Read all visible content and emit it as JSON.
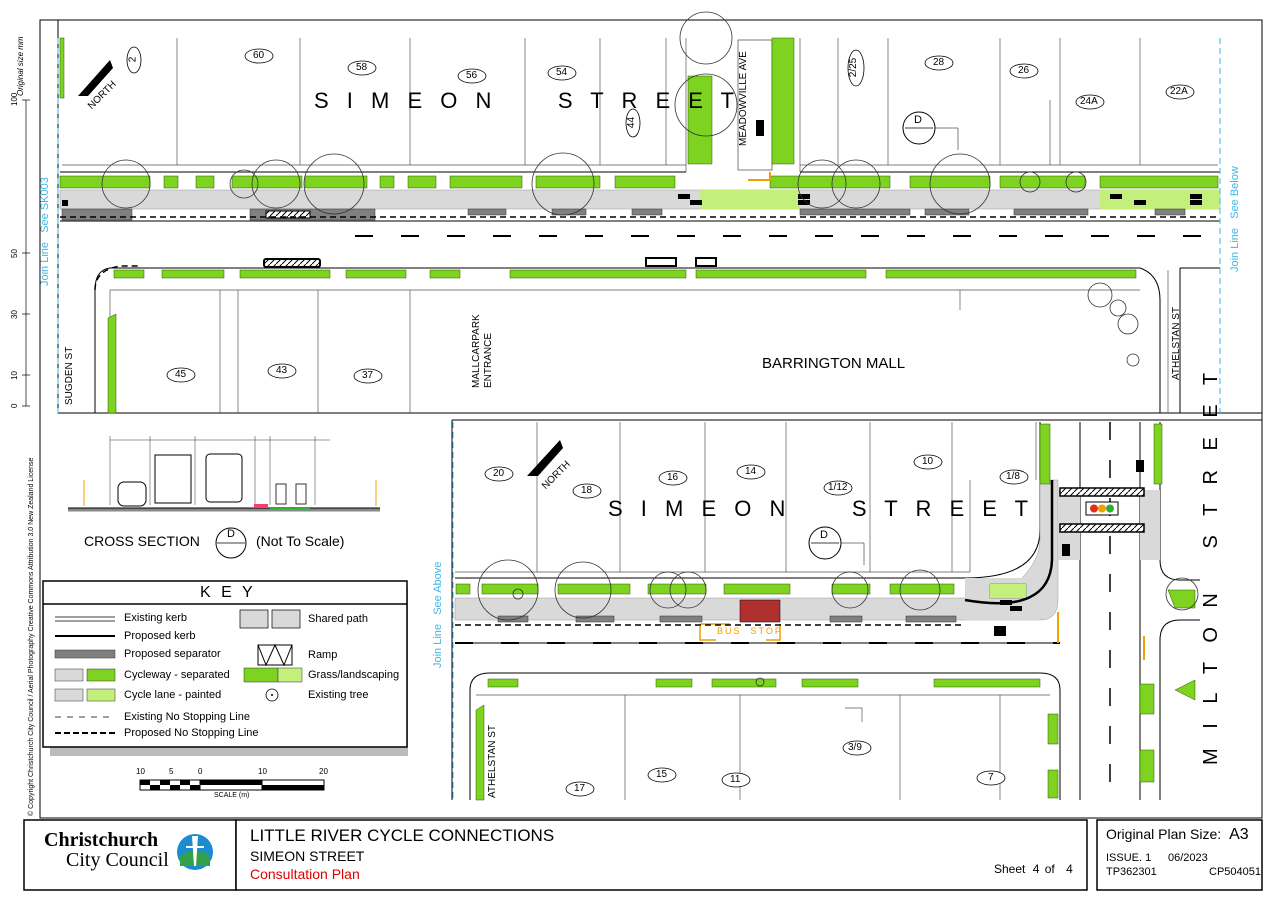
{
  "streets": {
    "simeon_top": "S I M E O N     S T R E E T",
    "simeon_bottom": "S I M E O N     S T R E E T",
    "milton": "M I L T O N   S T R E E T",
    "meadowville": "MEADOWVILLE AVE",
    "sugden": "SUGDEN ST",
    "mallcarpark_1": "MALLCARPARK",
    "mallcarpark_2": "ENTRANCE",
    "barrington": "BARRINGTON MALL",
    "athelstan_top": "ATHELSTAN ST",
    "athelstan_bottom": "ATHELSTAN ST"
  },
  "north_label": "NORTH",
  "join_lines": {
    "left_top": "Join Line   See SK003",
    "right_top": "Join Line   See Below",
    "left_bottom": "Join Line   See Above"
  },
  "lot_numbers_top": [
    "2",
    "60",
    "58",
    "56",
    "54",
    "44",
    "2/25",
    "28",
    "26",
    "24A",
    "22A",
    "45",
    "43",
    "37"
  ],
  "lot_numbers_bottom": [
    "20",
    "18",
    "16",
    "14",
    "1/12",
    "10",
    "1/8",
    "17",
    "15",
    "11",
    "3/9",
    "7"
  ],
  "d_marker": "D",
  "bus_stop": "BUS  STOP",
  "cross_section": {
    "title": "CROSS SECTION",
    "marker": "D",
    "note": "(Not To Scale)"
  },
  "key": {
    "title": "K E Y",
    "items": [
      "Existing kerb",
      "Proposed kerb",
      "Proposed separator",
      "Cycleway - separated",
      "Cycle lane - painted",
      "Existing No Stopping Line",
      "Proposed No Stopping Line"
    ],
    "items_right": [
      "Shared path",
      "Ramp",
      "Grass/landscaping",
      "Existing tree"
    ]
  },
  "scale": {
    "ticks": [
      "10",
      "5",
      "0",
      "10",
      "20"
    ],
    "label": "SCALE (m)"
  },
  "ruler": {
    "label": "Original size mm",
    "ticks": [
      "100",
      "50",
      "30",
      "10",
      "0"
    ]
  },
  "copyright": "© Copyright Christchurch City Council  / Aerial Photography Creative Commons Attribution 3.0 New Zealand License",
  "council": {
    "line1": "Christchurch",
    "line2": "City Council"
  },
  "title_block": {
    "project": "LITTLE RIVER CYCLE CONNECTIONS",
    "street": "SIMEON STREET",
    "status": "Consultation Plan",
    "sheet_label": "Sheet",
    "sheet_num": "4",
    "sheet_of": "of",
    "sheet_total": "4"
  },
  "plan_info": {
    "size_label": "Original Plan Size:",
    "size": "A3",
    "issue": "ISSUE. 1",
    "date": "06/2023",
    "tp": "TP362301",
    "cp": "CP504051"
  },
  "colors": {
    "grass": "#7ed321",
    "grass_light": "#c3f07a",
    "footpath": "#d9d9d9",
    "separator": "#808080",
    "join_line": "#3bb7e8",
    "bus_stop": "#f0a000",
    "red_title": "#e00000"
  }
}
